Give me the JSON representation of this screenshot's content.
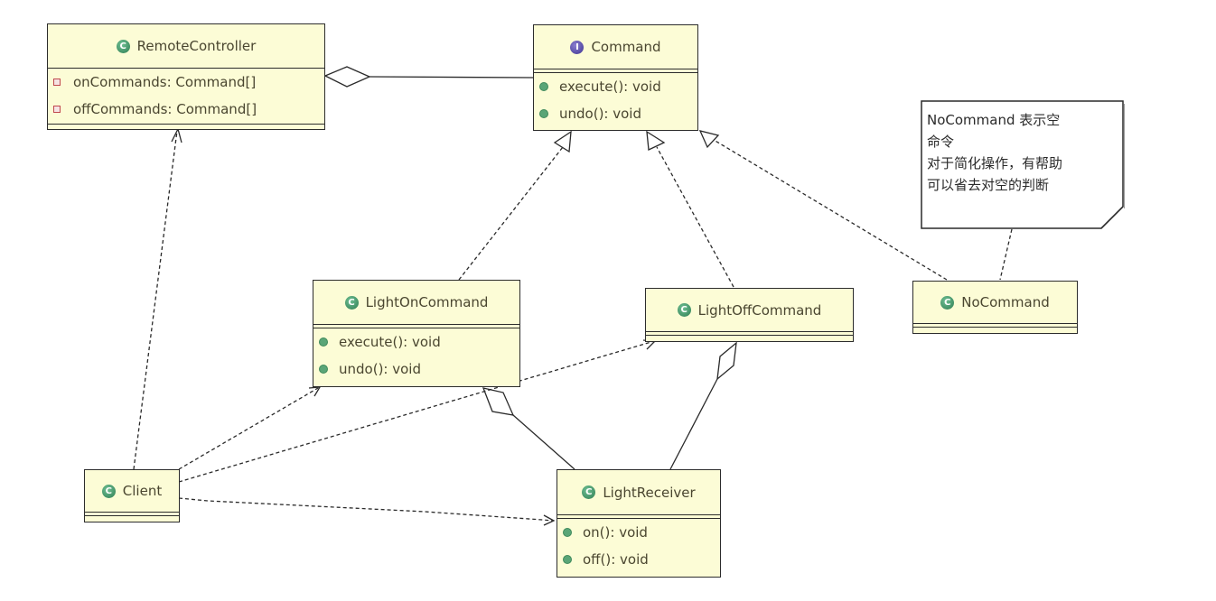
{
  "diagram": {
    "type": "uml-class-diagram",
    "classes": [
      {
        "id": "remote",
        "name": "RemoteController",
        "kind": "class",
        "icon": "class-icon",
        "fields": [
          {
            "visibility": "private",
            "text": "onCommands: Command[]"
          },
          {
            "visibility": "private",
            "text": "offCommands: Command[]"
          }
        ],
        "methods": []
      },
      {
        "id": "command",
        "name": "Command",
        "kind": "interface",
        "icon": "interface-icon",
        "fields": [],
        "methods": [
          {
            "visibility": "public",
            "text": "execute(): void"
          },
          {
            "visibility": "public",
            "text": "undo(): void"
          }
        ]
      },
      {
        "id": "lighton",
        "name": "LightOnCommand",
        "kind": "class",
        "icon": "class-icon",
        "fields": [],
        "methods": [
          {
            "visibility": "public",
            "text": "execute(): void"
          },
          {
            "visibility": "public",
            "text": "undo(): void"
          }
        ]
      },
      {
        "id": "lightoff",
        "name": "LightOffCommand",
        "kind": "class",
        "icon": "class-icon",
        "fields": [],
        "methods": []
      },
      {
        "id": "nocommand",
        "name": "NoCommand",
        "kind": "class",
        "icon": "class-icon",
        "fields": [],
        "methods": []
      },
      {
        "id": "client",
        "name": "Client",
        "kind": "class",
        "icon": "class-icon",
        "fields": [],
        "methods": []
      },
      {
        "id": "receiver",
        "name": "LightReceiver",
        "kind": "class",
        "icon": "class-icon",
        "fields": [],
        "methods": [
          {
            "visibility": "public",
            "text": "on(): void"
          },
          {
            "visibility": "public",
            "text": "off(): void"
          }
        ]
      }
    ],
    "note": {
      "lines": [
        "NoCommand 表示空",
        "命令",
        "对于简化操作，有帮助",
        "可以省去对空的判断"
      ],
      "attached_to": "nocommand"
    },
    "relationships": [
      {
        "type": "aggregation",
        "from": "remote",
        "to": "command"
      },
      {
        "type": "realization",
        "from": "lighton",
        "to": "command"
      },
      {
        "type": "realization",
        "from": "lightoff",
        "to": "command"
      },
      {
        "type": "realization",
        "from": "nocommand",
        "to": "command"
      },
      {
        "type": "aggregation",
        "from": "lighton",
        "to": "receiver"
      },
      {
        "type": "aggregation",
        "from": "lightoff",
        "to": "receiver"
      },
      {
        "type": "dependency",
        "from": "client",
        "to": "remote"
      },
      {
        "type": "dependency",
        "from": "client",
        "to": "lighton"
      },
      {
        "type": "dependency",
        "from": "client",
        "to": "lightoff"
      },
      {
        "type": "dependency",
        "from": "client",
        "to": "receiver"
      },
      {
        "type": "note-link",
        "from": "note",
        "to": "nocommand"
      }
    ]
  },
  "colors": {
    "class_fill": "#fcfcd6",
    "border": "#2c2c2c",
    "class_icon": "#2e7d52",
    "interface_icon": "#3e3391",
    "public_dot": "#5aa577",
    "private_square": "#c0484e"
  }
}
